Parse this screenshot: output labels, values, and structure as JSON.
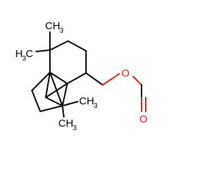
{
  "molecule": {
    "atom_labels": {
      "methyl_top_right": "CH",
      "methyl_top_right_sub": "3",
      "methyl_top_left_sub": "3",
      "methyl_top_left": "H C",
      "methyl_bottom_right": "CH",
      "methyl_bottom_right_sub": "3",
      "methyl_bottom": "CH",
      "methyl_bottom_sub": "3",
      "ester_oxygen": "O",
      "carbonyl_oxygen": "O"
    },
    "colors": {
      "bond": "#000000",
      "oxygen": "#e0201b",
      "background": "#ffffff"
    }
  }
}
